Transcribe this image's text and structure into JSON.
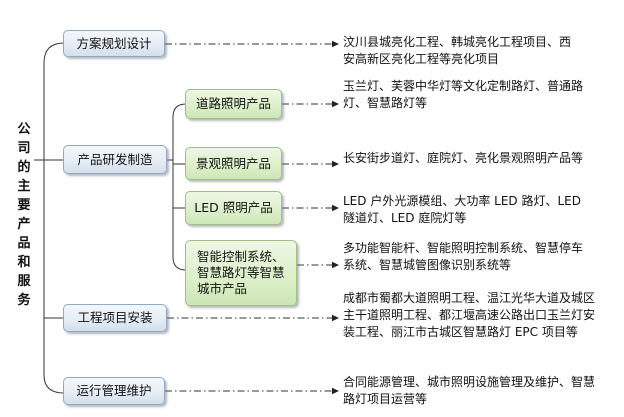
{
  "title_chars": [
    "公",
    "司",
    "的",
    "主",
    "要",
    "产",
    "品",
    "和",
    "服",
    "务"
  ],
  "categories": [
    {
      "label": "方案规划设计",
      "description": "汶川县城亮化工程、韩城亮化工程项目、西安高新区亮化工程等亮化项目"
    },
    {
      "label": "产品研发制造"
    },
    {
      "label": "工程项目安装",
      "description": "成都市蜀都大道照明工程、温江光华大道及城区主干道照明工程、都江堰高速公路出口玉兰灯安装工程、丽江市古城区智慧路灯 EPC 项目等"
    },
    {
      "label": "运行管理维护",
      "description": "合同能源管理、城市照明设施管理及维护、智慧路灯项目运营等"
    }
  ],
  "products": [
    {
      "label": "道路照明产品",
      "description": "玉兰灯、芙蓉中华灯等文化定制路灯、普通路灯、智慧路灯等"
    },
    {
      "label": "景观照明产品",
      "description": "长安街步道灯、庭院灯、亮化景观照明产品等"
    },
    {
      "label": "LED 照明产品",
      "description": "LED 户外光源模组、大功率 LED 路灯、LED 隧道灯、LED 庭院灯等"
    },
    {
      "label": "智能控制系统、智慧路灯等智慧城市产品",
      "description": "多功能智能杆、智能照明控制系统、智慧停车系统、智慧城管图像识别系统等"
    }
  ],
  "colors": {
    "box_border": "#93a9c2",
    "sub_box_fill": "#dcefc9",
    "connector": "#333333"
  }
}
